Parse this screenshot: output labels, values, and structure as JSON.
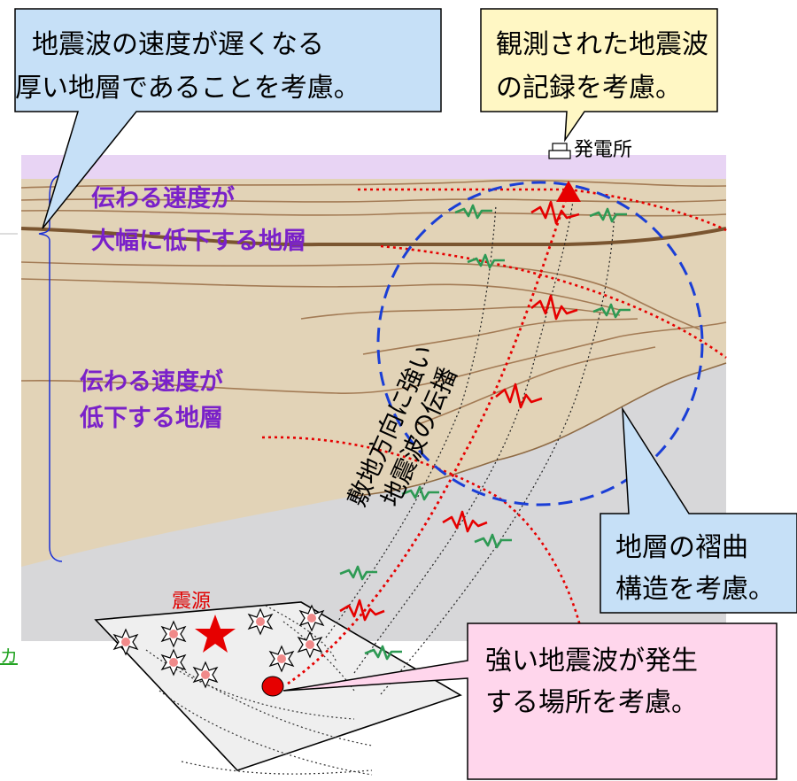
{
  "callouts": {
    "top_left": [
      "地震波の速度が遅くなる",
      "厚い地層であることを考慮。"
    ],
    "top_right": [
      "観測された地震波",
      "の記録を考慮。"
    ],
    "right": [
      "地層の褶曲",
      "構造を考慮。"
    ],
    "bottom": [
      "強い地震波が発生",
      "する場所を考慮。"
    ]
  },
  "labels": {
    "power_plant": "発電所",
    "layer_strong": [
      "伝わる速度が",
      "大幅に低下する地層"
    ],
    "layer_weak": [
      "伝わる速度が",
      "低下する地層"
    ],
    "focus_region": [
      "敷地方向に強い",
      "地震波の伝播"
    ],
    "hypocenter": "震源",
    "edge_link": "カ"
  },
  "colors": {
    "callout_blue_fill": "#c6e0f7",
    "callout_yellow_fill": "#fff7c4",
    "callout_pink_fill": "#ffd6ec",
    "sky_band": "#e8d4f4",
    "sediment": "#e2d3b7",
    "bedrock": "#d7d7d9",
    "label_purple": "#7a21c9",
    "wave_red": "#e60000",
    "wave_green": "#2e9a54",
    "dash_blue": "#1a3ed6"
  }
}
